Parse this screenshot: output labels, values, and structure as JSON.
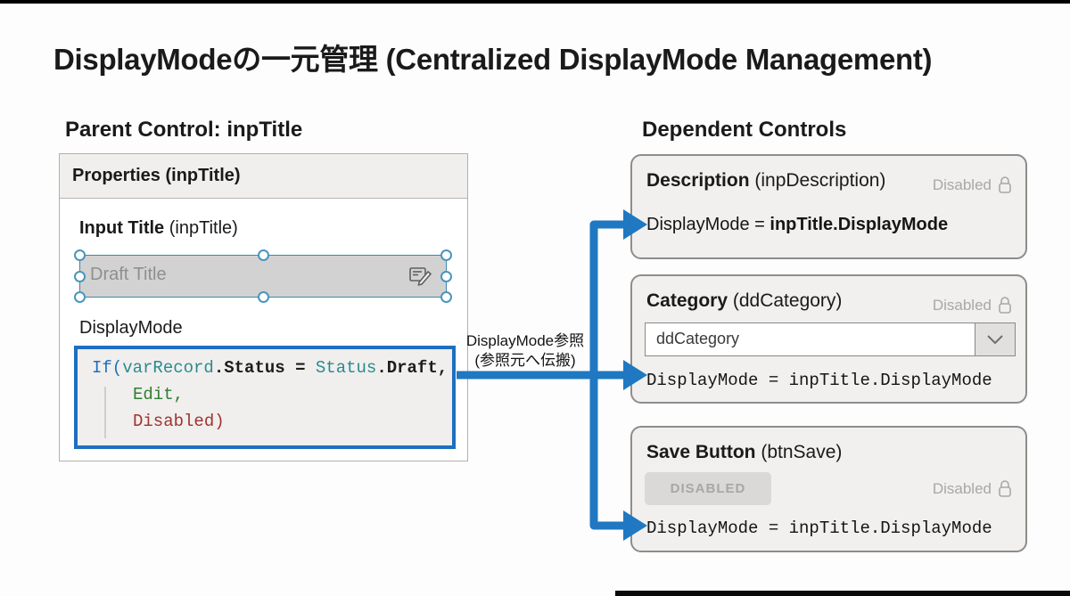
{
  "title": "DisplayModeの一元管理 (Centralized DisplayMode Management)",
  "parent": {
    "heading": "Parent Control: inpTitle",
    "properties_header": "Properties (inpTitle)",
    "input_title": {
      "bold": "Input Title",
      "rest": " (inpTitle)"
    },
    "input": {
      "placeholder": "Draft Title"
    },
    "displaymode_label": "DisplayMode",
    "formula": {
      "line1": {
        "fn": "If(",
        "var1": "varRecord",
        "prop1": ".Status",
        "op": " = ",
        "var2": "Status",
        "prop2": ".Draft,"
      },
      "line2": "Edit,",
      "line3": "Disabled)"
    }
  },
  "arrow": {
    "label_line1": "DisplayMode参照",
    "label_line2": "(参照元へ伝搬)"
  },
  "dependents": {
    "heading": "Dependent Controls",
    "boxes": [
      {
        "name_bold": "Description",
        "name_rest": " (inpDescription)",
        "status": "Disabled",
        "bind_prefix": "DisplayMode = ",
        "bind_target": "inpTitle.DisplayMode"
      },
      {
        "name_bold": "Category",
        "name_rest": " (ddCategory)",
        "status": "Disabled",
        "dropdown_value": "ddCategory",
        "bind_mono": "DisplayMode = inpTitle.DisplayMode"
      },
      {
        "name_bold": "Save Button",
        "name_rest": " (btnSave)",
        "status": "Disabled",
        "button_label": "DISABLED",
        "bind_mono": "DisplayMode = inpTitle.DisplayMode"
      }
    ]
  },
  "icons": {
    "lock": "padlock-outline",
    "chevron": "chevron-down",
    "edit": "rename-pencil",
    "arrows": "blue-right-arrows"
  },
  "colors": {
    "arrow_blue": "#1f78c1",
    "code_border_blue": "#1e6fc0",
    "code_function_blue": "#1e6fc0",
    "code_identifier_teal": "#2b8a8f",
    "code_enum_green": "#2f7d32",
    "code_enum_red": "#a03232",
    "disabled_gray": "#a9a7a5",
    "panel_header_gray": "#f1efed",
    "box_fill_gray": "#f1f0ee"
  }
}
